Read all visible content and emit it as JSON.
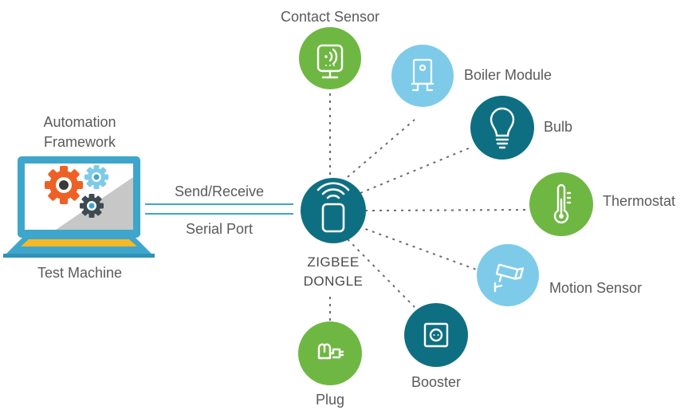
{
  "colors": {
    "teal": "#0f6f82",
    "green": "#6fb743",
    "light_blue": "#7ecbe9",
    "laptop_blue": "#3ea6cc",
    "laptop_yellow": "#f6b824",
    "gear_orange": "#ee6126",
    "text_gray": "#5a5a5a"
  },
  "test_machine": {
    "framework_line1": "Automation",
    "framework_line2": "Framework",
    "machine_label": "Test Machine"
  },
  "link": {
    "top_label": "Send/Receive",
    "bottom_label": "Serial Port"
  },
  "dongle": {
    "line1": "ZIGBEE",
    "line2": "DONGLE",
    "icon": "wireless-dongle-icon"
  },
  "devices": [
    {
      "label": "Contact Sensor",
      "icon": "contact-sensor-icon",
      "color": "green"
    },
    {
      "label": "Boiler Module",
      "icon": "boiler-module-icon",
      "color": "light_blue"
    },
    {
      "label": "Bulb",
      "icon": "bulb-icon",
      "color": "teal"
    },
    {
      "label": "Thermostat",
      "icon": "thermostat-icon",
      "color": "green"
    },
    {
      "label": "Motion Sensor",
      "icon": "camera-icon",
      "color": "light_blue"
    },
    {
      "label": "Booster",
      "icon": "socket-icon",
      "color": "teal"
    },
    {
      "label": "Plug",
      "icon": "plug-icon",
      "color": "green"
    }
  ]
}
